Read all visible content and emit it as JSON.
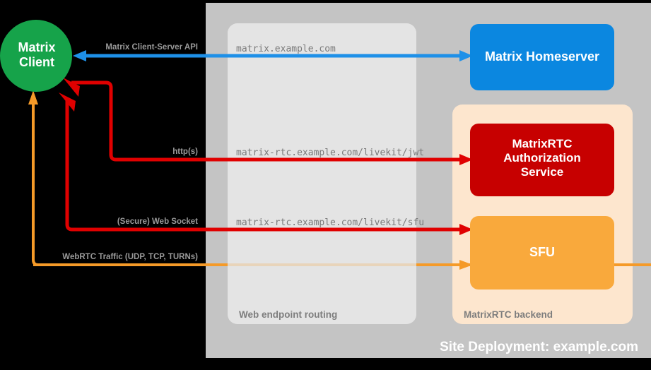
{
  "diagram": {
    "title": "Site Deployment: example.com",
    "background": "#000000"
  },
  "colors": {
    "client_green": "#16a34a",
    "homeserver_blue": "#0b87e0",
    "auth_red": "#c70000",
    "sfu_orange": "#f9a93c",
    "outer_gray": "#c4c4c4",
    "routing_gray": "#e4e4e4",
    "backend_peach": "#fde6ce",
    "blue_edge": "#1e90e8",
    "red_edge": "#e00000",
    "orange_edge": "#f59a28",
    "label_gray": "#9a9a9a",
    "mono_gray": "#7a7a7a"
  },
  "nodes": {
    "client": {
      "label_line1": "Matrix",
      "label_line2": "Client",
      "shape": "circle"
    },
    "homeserver": {
      "label": "Matrix Homeserver"
    },
    "auth_service": {
      "label_line1": "MatrixRTC",
      "label_line2": "Authorization",
      "label_line3": "Service"
    },
    "sfu": {
      "label": "SFU"
    }
  },
  "groups": {
    "web_routing": {
      "label": "Web endpoint routing"
    },
    "rtc_backend": {
      "label": "MatrixRTC backend"
    },
    "site": {
      "label": "Site Deployment: example.com"
    }
  },
  "endpoints": {
    "matrix": "matrix.example.com",
    "livekit_jwt": "matrix-rtc.example.com/livekit/jwt",
    "livekit_sfu": "matrix-rtc.example.com/livekit/sfu"
  },
  "edges": [
    {
      "id": "cs-api",
      "label": "Matrix Client-Server API",
      "color": "#1e90e8",
      "direction": "bidirectional",
      "endpoint": "matrix.example.com"
    },
    {
      "id": "http",
      "label": "http(s)",
      "color": "#e00000",
      "direction": "bidirectional",
      "endpoint": "matrix-rtc.example.com/livekit/jwt"
    },
    {
      "id": "websocket",
      "label": "(Secure) Web Socket",
      "color": "#e00000",
      "direction": "bidirectional",
      "endpoint": "matrix-rtc.example.com/livekit/sfu"
    },
    {
      "id": "webrtc",
      "label": "WebRTC Traffic (UDP, TCP, TURNs)",
      "color": "#f59a28",
      "direction": "bidirectional",
      "endpoint": ""
    }
  ]
}
